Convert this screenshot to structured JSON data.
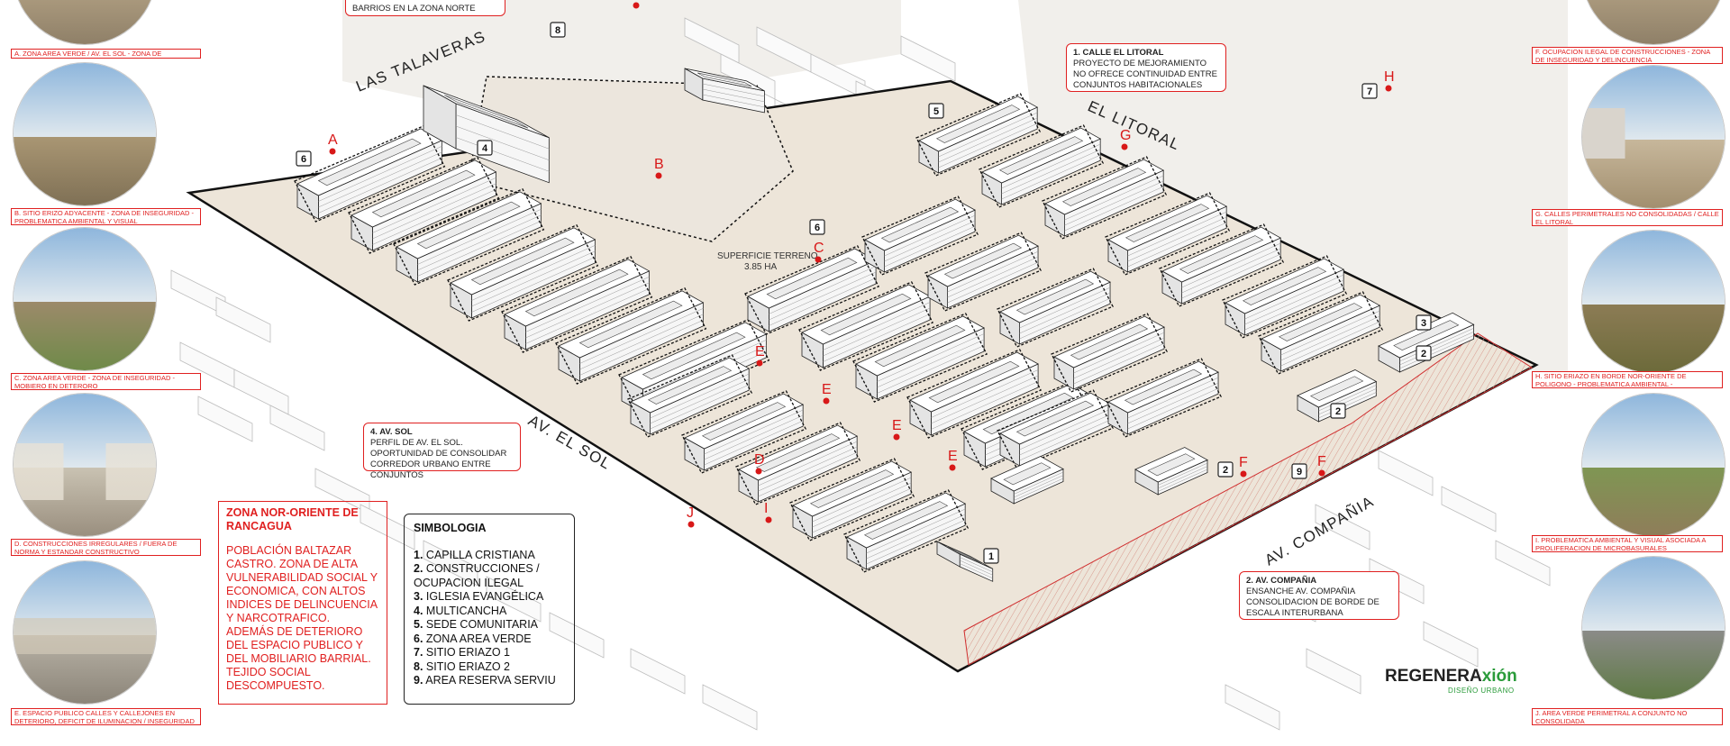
{
  "photo_captions": {
    "A": "A. ZONA AREA VERDE / AV. EL SOL - ZONA DE INSEGURIDAD",
    "B": "B. SITIO ERIZO ADYACENTE - ZONA DE INSEGURIDAD - PROBLEMATICA AMBIENTAL Y VISUAL",
    "C": "C. ZONA AREA VERDE - ZONA DE INSEGURIDAD - MOBIERO EN DETERORO",
    "D": "D. CONSTRUCCIONES IRREGULARES / FUERA DE NORMA Y ESTANDAR CONSTRUCTIVO",
    "E": "E. ESPACIO PUBLICO CALLES Y CALLEJONES EN DETERIORO, DEFICIT DE ILUMINACION / INSEGURIDAD",
    "F": "F. OCUPACION ILEGAL DE CONSTRUCCIONES - ZONA DE INSEGURIDAD Y DELINCUENCIA",
    "G": "G. CALLES PERIMETRALES NO CONSOLIDADAS / CALLE EL LITORAL",
    "H": "H. SITIO ERIAZO EN BORDE NOR-ORIENTE DE POLIGONO - PROBLEMATICA AMBIENTAL - INSEGURIDAD",
    "I": "I. PROBLEMATICA AMBIENTAL Y VISUAL ASOCIADA A PROLIFERACION DE MICROBASURALES",
    "J": "J. AREA VERDE PERIMETRAL A CONJUNTO NO CONSOLIDADA"
  },
  "streets": {
    "las_talaveras": "LAS TALAVERAS",
    "el_litoral": "EL LITORAL",
    "av_el_sol": "AV. EL SOL",
    "av_compania": "AV. COMPAÑIA"
  },
  "top_note": "BARRIOS EN LA ZONA NORTE",
  "notes": {
    "litoral": {
      "title": "1. CALLE EL LITORAL",
      "body": "PROYECTO DE MEJORAMIENTO NO OFRECE CONTINUIDAD ENTRE CONJUNTOS HABITACIONALES"
    },
    "sol": {
      "title": "4. AV. SOL",
      "body": "PERFIL DE AV. EL SOL. OPORTUNIDAD DE CONSOLIDAR CORREDOR URBANO ENTRE CONJUNTOS"
    },
    "compania": {
      "title": "2. AV. COMPAÑIA",
      "body": "ENSANCHE AV. COMPAÑIA CONSOLIDACION DE BORDE DE ESCALA INTERURBANA"
    }
  },
  "site_label": {
    "line1": "SUPERFICIE TERRENO",
    "line2": "3.85 HA"
  },
  "map_markers": [
    "A",
    "B",
    "C",
    "D",
    "E",
    "E",
    "E",
    "E",
    "F",
    "F",
    "G",
    "H",
    "I",
    "J",
    "J"
  ],
  "map_numbers": [
    "1",
    "2",
    "2",
    "2",
    "3",
    "4",
    "5",
    "6",
    "6",
    "7",
    "8",
    "9"
  ],
  "zone_box": {
    "title": "ZONA NOR-ORIENTE DE RANCAGUA",
    "body": "POBLACIÓN BALTAZAR CASTRO. ZONA DE ALTA VULNERABILIDAD SOCIAL Y ECONOMICA, CON ALTOS INDICES DE DELINCUENCIA Y NARCOTRAFICO. ADEMÁS DE DETERIORO DEL ESPACIO PUBLICO Y DEL MOBILIARIO BARRIAL. TEJIDO SOCIAL DESCOMPUESTO."
  },
  "legend": {
    "title": "SIMBOLOGIA",
    "items": [
      {
        "n": "1.",
        "label": "CAPILLA CRISTIANA"
      },
      {
        "n": "2.",
        "label": "CONSTRUCCIONES / OCUPACION ILEGAL"
      },
      {
        "n": "3.",
        "label": "IGLESIA EVANGÉLICA"
      },
      {
        "n": "4.",
        "label": "MULTICANCHA"
      },
      {
        "n": "5.",
        "label": "SEDE COMUNITARIA"
      },
      {
        "n": "6.",
        "label": "ZONA AREA VERDE"
      },
      {
        "n": "7.",
        "label": "SITIO ERIAZO 1"
      },
      {
        "n": "8.",
        "label": "SITIO ERIAZO 2"
      },
      {
        "n": "9.",
        "label": "AREA RESERVA SERVIU"
      }
    ]
  },
  "brand": {
    "prefix": "REGENERA",
    "suffix": "xión",
    "sub": "DISEÑO URBANO"
  },
  "colors": {
    "accent_red": "#e02020",
    "site_fill": "#e8dfd2",
    "brand_green": "#2a9b3a"
  }
}
